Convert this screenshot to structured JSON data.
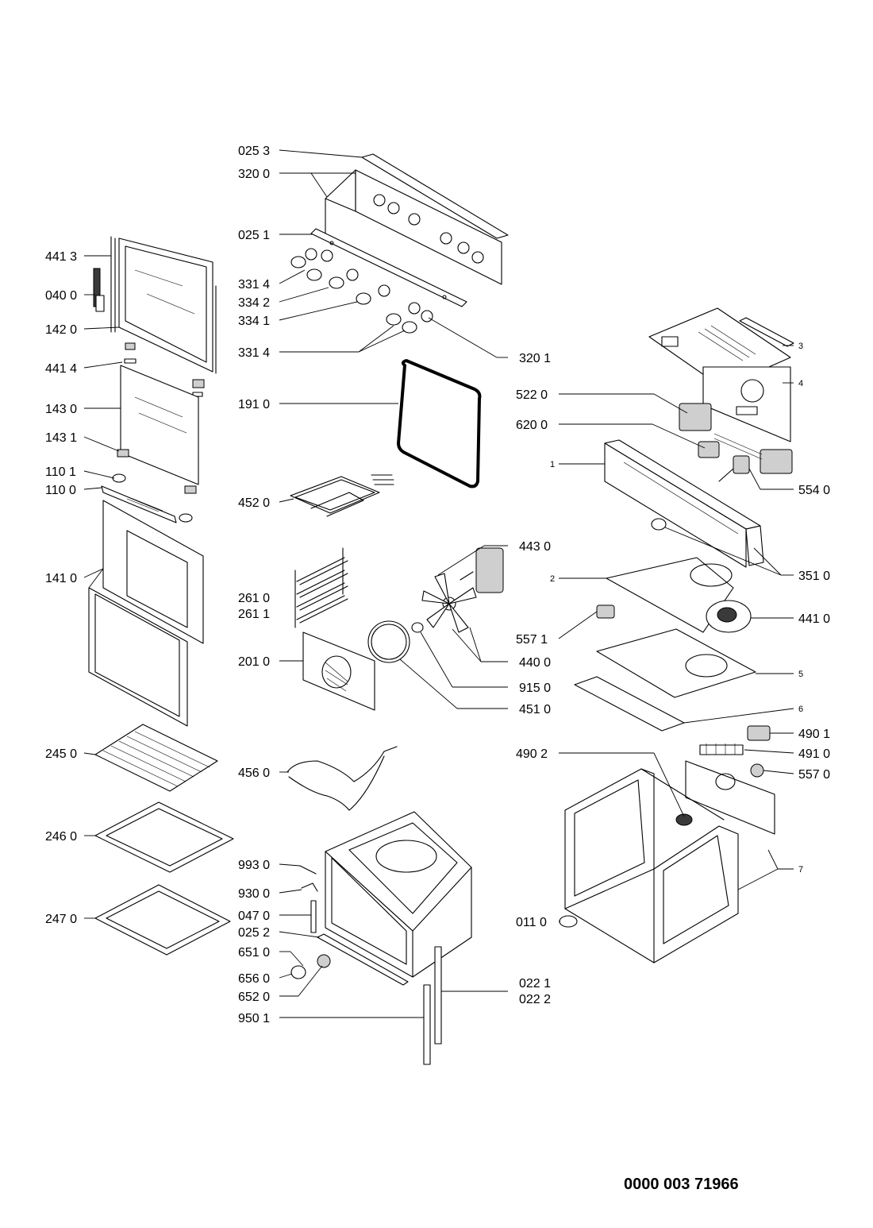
{
  "document_number": "0000 003 71966",
  "callouts": {
    "c0253": "025 3",
    "c3200": "320 0",
    "c0251": "025 1",
    "c4413": "441 3",
    "c0400": "040 0",
    "c1420": "142 0",
    "c4414": "441 4",
    "c1430": "143 0",
    "c1431": "143 1",
    "c1101": "110 1",
    "c1100": "110 0",
    "c1410": "141 0",
    "c2450": "245 0",
    "c2460": "246 0",
    "c2470": "247 0",
    "c3314a": "331 4",
    "c3342": "334 2",
    "c3341": "334 1",
    "c3314b": "331 4",
    "c3201": "320 1",
    "c1910": "191 0",
    "c4520": "452 0",
    "c2610": "261 0",
    "c2611": "261 1",
    "c2010": "201 0",
    "c4430": "443 0",
    "c4400": "440 0",
    "c9150": "915 0",
    "c4510": "451 0",
    "c4560": "456 0",
    "c9930": "993 0",
    "c9300": "930 0",
    "c0470": "047 0",
    "c0252": "025 2",
    "c6510": "651 0",
    "c6560": "656 0",
    "c6520": "652 0",
    "c9501": "950 1",
    "c0221": "022 1",
    "c0222": "022 2",
    "c3": "3",
    "c4": "4",
    "c5220": "522 0",
    "c6200": "620 0",
    "c1": "1",
    "c5540": "554 0",
    "c3510": "351 0",
    "c2": "2",
    "c4410": "441 0",
    "c5571": "557 1",
    "c5": "5",
    "c6": "6",
    "c4901": "490 1",
    "c4902": "490 2",
    "c4910": "491 0",
    "c5570": "557 0",
    "c7": "7",
    "c0110": "011 0"
  }
}
